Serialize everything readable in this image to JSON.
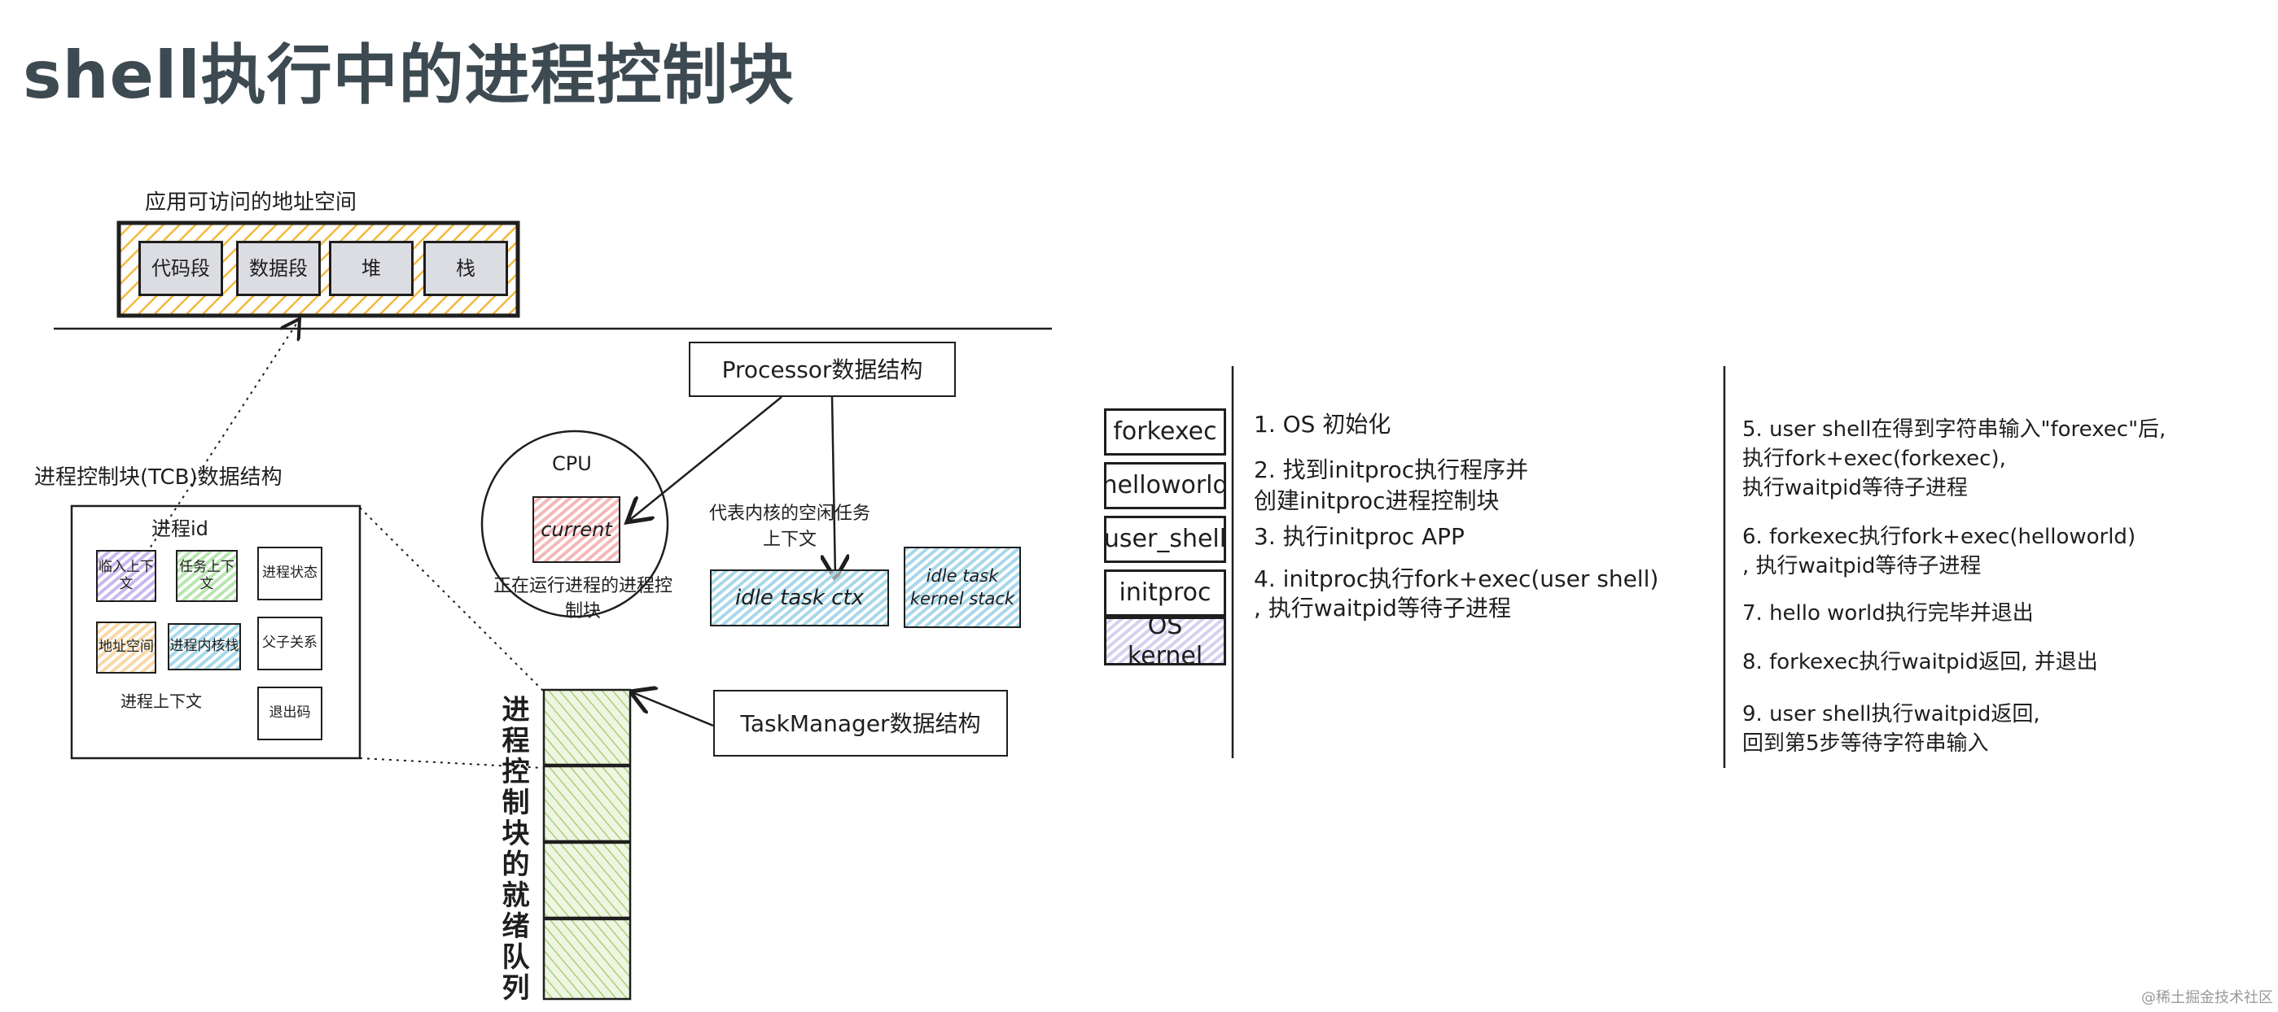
{
  "title": "shell执行中的进程控制块",
  "address_space": {
    "label": "应用可访问的地址空间",
    "segments": [
      "代码段",
      "数据段",
      "堆",
      "栈"
    ]
  },
  "tcb": {
    "label": "进程控制块(TCB)数据结构",
    "pid_label": "进程id",
    "cells": {
      "temp_ctx": "临入上下文",
      "task_ctx": "任务上下文",
      "addr_space": "地址空间",
      "kernel_stack": "进程内核栈",
      "status": "进程状态",
      "parent_child": "父子关系",
      "exit_code": "退出码"
    },
    "proc_ctx_label": "进程上下文"
  },
  "cpu": {
    "label": "CPU",
    "current": "current",
    "caption": "正在运行进程的进程控制块"
  },
  "processor": {
    "label": "Processor数据结构",
    "idle_caption": "代表内核的空闲任务上下文",
    "idle_ctx": "idle task ctx",
    "idle_stack": "idle task kernel stack"
  },
  "task_manager": {
    "label": "TaskManager数据结构",
    "queue_label": "进程控制块的就绪队列"
  },
  "stack": [
    "forkexec",
    "helloworld",
    "user_shell",
    "initproc",
    "OS kernel"
  ],
  "steps_left": [
    "1. OS 初始化",
    "2. 找到initproc执行程序并",
    "   创建initproc进程控制块",
    "3. 执行initproc APP",
    "4. initproc执行fork+exec(user shell)",
    "   , 执行waitpid等待子进程"
  ],
  "steps_right": [
    "5. user shell在得到字符串输入\"forexec\"后,",
    "   执行fork+exec(forkexec),",
    "   执行waitpid等待子进程",
    "6. forkexec执行fork+exec(helloworld)",
    "   , 执行waitpid等待子进程",
    "7. hello world执行完毕并退出",
    "8. forkexec执行waitpid返回, 并退出",
    "9. user shell执行waitpid返回,",
    "   回到第5步等待字符串输入"
  ],
  "watermark": "@稀土掘金技术社区",
  "colors": {
    "title": "#3d4a52",
    "yellow_hatch": "#f4b83c",
    "purple": "#c9b8f0",
    "green": "#b8e6b0",
    "orange": "#f7d9a8",
    "blue": "#a8d8ea",
    "red": "#f4b8b8",
    "queue_green": "#d4eab4",
    "kernel_purple": "#d8d0f0"
  }
}
